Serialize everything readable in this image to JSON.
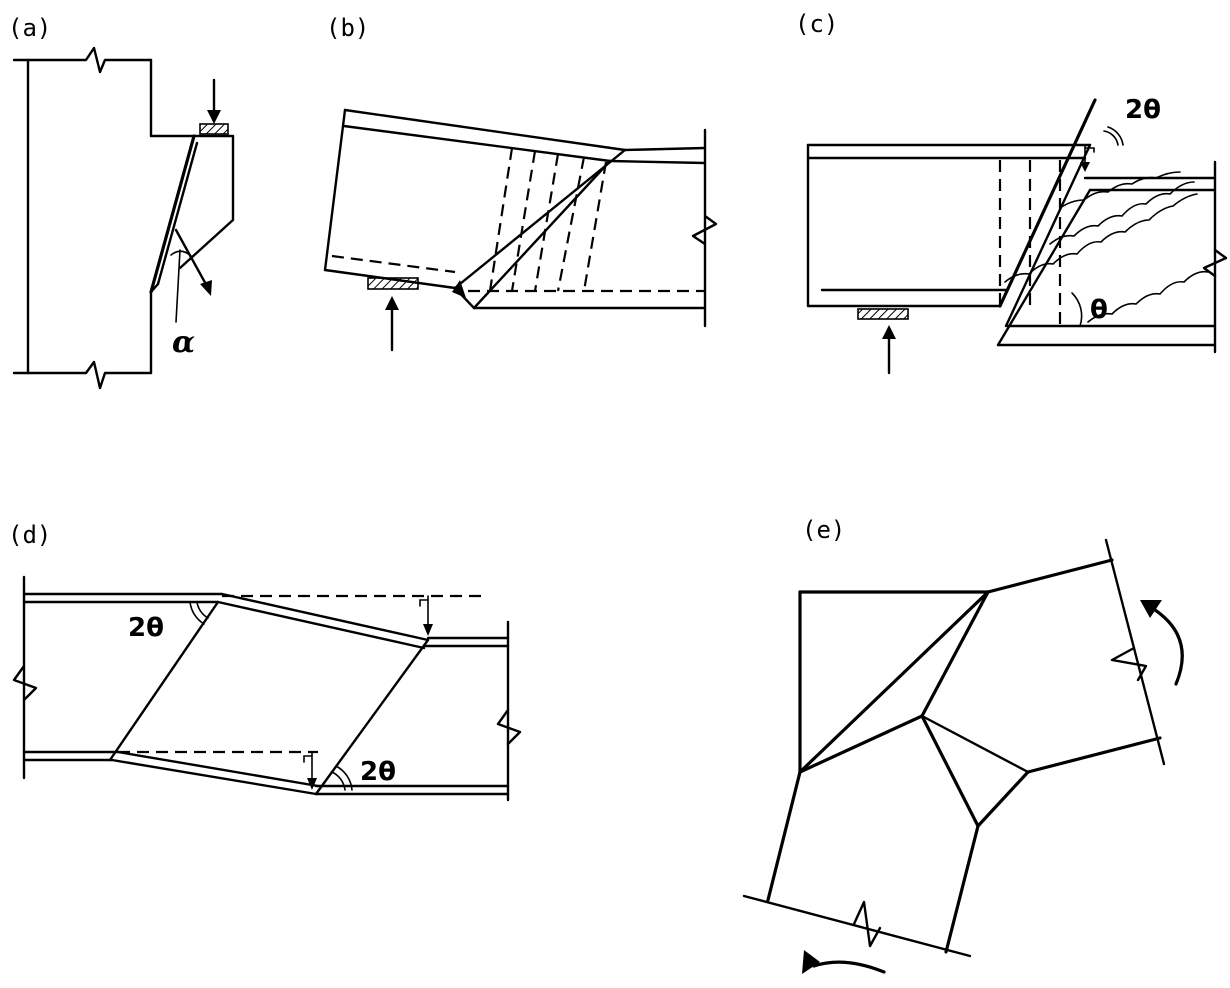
{
  "panels": {
    "a": {
      "label": "(a)",
      "angle_symbol": "α"
    },
    "b": {
      "label": "(b)"
    },
    "c": {
      "label": "(c)",
      "angle_top": "2θ",
      "angle_bottom": "θ"
    },
    "d": {
      "label": "(d)",
      "angle_top": "2θ",
      "angle_bottom": "2θ"
    },
    "e": {
      "label": "(e)"
    }
  }
}
